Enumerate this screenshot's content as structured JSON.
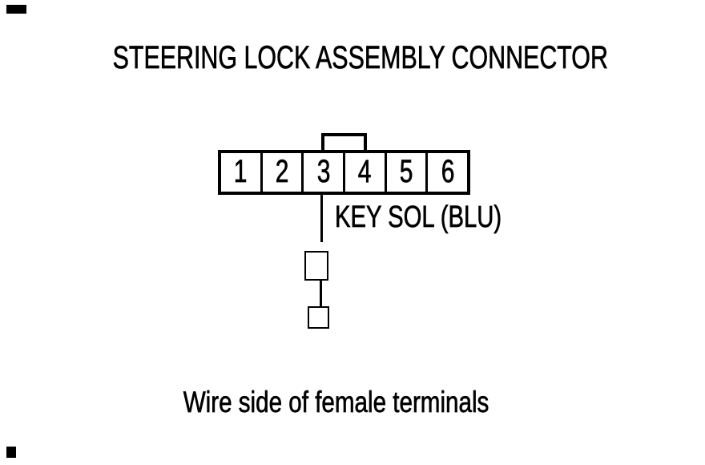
{
  "colors": {
    "background": "#ffffff",
    "ink": "#000000"
  },
  "diagram": {
    "title": "STEERING LOCK ASSEMBLY CONNECTOR",
    "connector": {
      "pins": [
        "1",
        "2",
        "3",
        "4",
        "5",
        "6"
      ],
      "wire_from_pin": "3"
    },
    "wire_label": "KEY SOL (BLU)",
    "caption": "Wire side of female terminals"
  }
}
